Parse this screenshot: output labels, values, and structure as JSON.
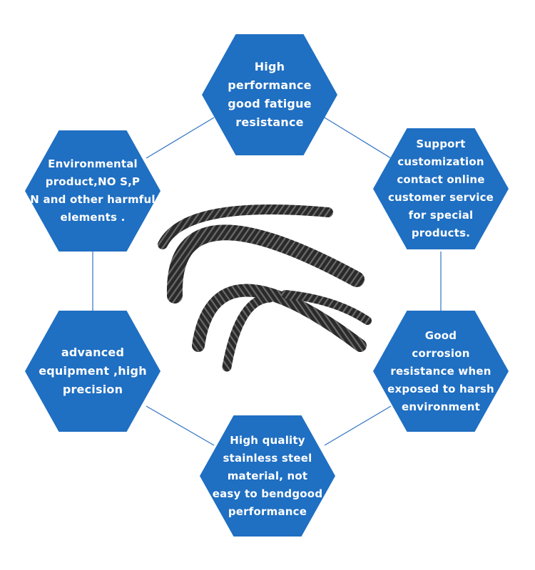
{
  "hexagons": {
    "top": "High\nperformance\ngood fatigue\nresistance",
    "upper_left": "Environmental\nproduct,NO S,P\nN and other harmful\nelements .",
    "upper_right": "Support\ncustomization\ncontact online\ncustomer service\nfor special\nproducts.",
    "lower_left": "advanced\nequipment ,high\nprecision",
    "lower_right": "Good\ncorrosion\nresistance when\nexposed to harsh\nenvironment",
    "bottom": "High quality\nstainless steel\nmaterial, not\neasy to bendgood\nperformance"
  },
  "colors": {
    "hexagon_fill": "#1f6fc2",
    "connector_line": "#2f73c3",
    "spring_dark": "#2a2a2a",
    "spring_light": "#6b6b6b",
    "text": "#ffffff"
  },
  "image": {
    "subject": "coiled black springs in arcs"
  }
}
